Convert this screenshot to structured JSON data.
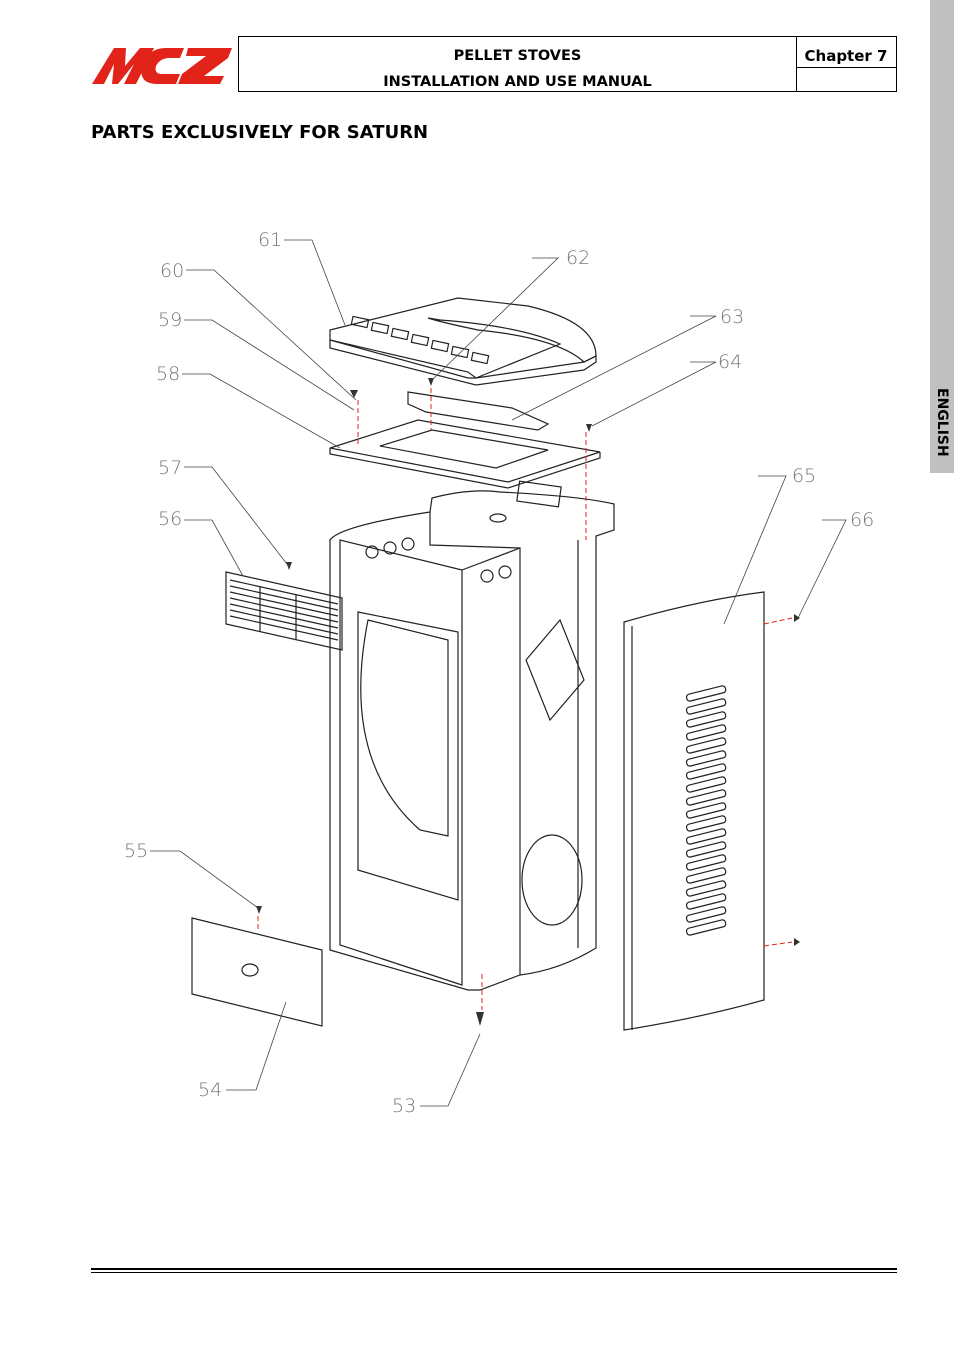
{
  "brand": {
    "logo_text": "MCZ",
    "logo_color": "#e2231a"
  },
  "header": {
    "line1": "PELLET STOVES",
    "line2": "INSTALLATION AND USE MANUAL",
    "chapter": "Chapter 7"
  },
  "section_title": "PARTS EXCLUSIVELY FOR SATURN",
  "side_tab": "ENGLISH",
  "callouts": [
    "61",
    "60",
    "62",
    "59",
    "63",
    "58",
    "64",
    "57",
    "65",
    "56",
    "66",
    "55",
    "54",
    "53"
  ]
}
